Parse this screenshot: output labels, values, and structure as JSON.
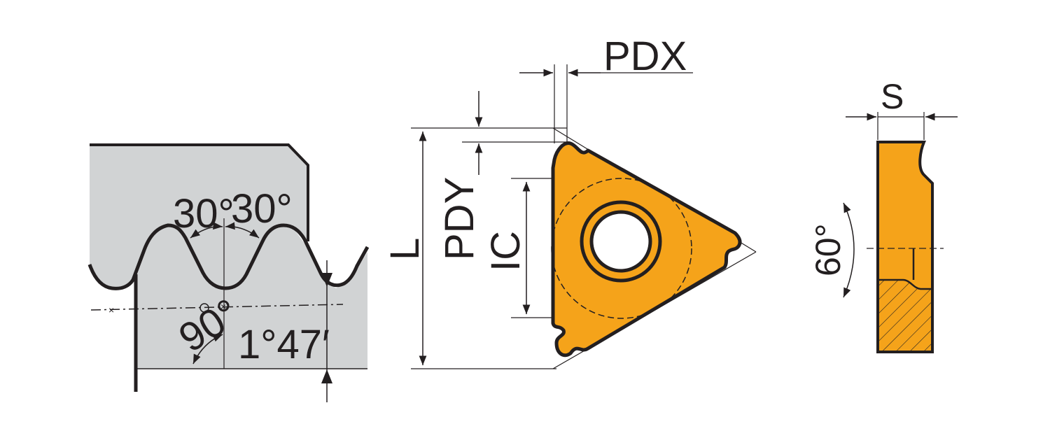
{
  "colors": {
    "insert_fill": "#f5a31a",
    "work_fill": "#d1d3d4",
    "line": "#231f20",
    "background": "#ffffff"
  },
  "left_view": {
    "flank_angle_left": "30°",
    "flank_angle_right": "30°",
    "included_angle": "90°",
    "helix_angle": "1°47′"
  },
  "top_view": {
    "dim_pdx": "PDX",
    "dim_pdy": "PDY",
    "dim_l": "L",
    "dim_ic": "IC",
    "angle": "60°"
  },
  "side_view": {
    "dim_s": "S"
  }
}
